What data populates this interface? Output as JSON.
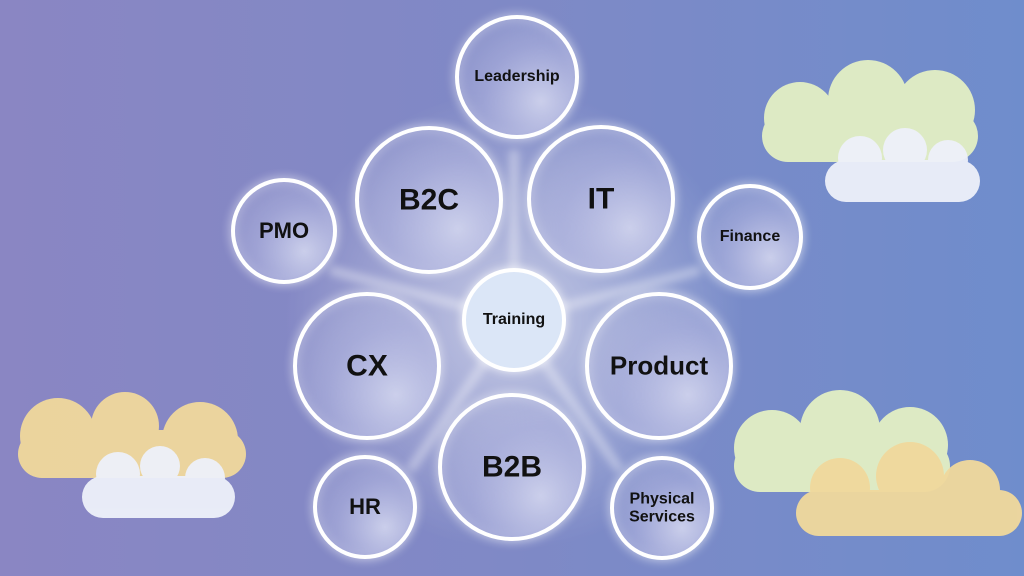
{
  "diagram": {
    "center": {
      "label": "Training"
    },
    "nodes": [
      {
        "id": "leadership",
        "label": "Leadership"
      },
      {
        "id": "b2c",
        "label": "B2C"
      },
      {
        "id": "it",
        "label": "IT"
      },
      {
        "id": "pmo",
        "label": "PMO"
      },
      {
        "id": "finance",
        "label": "Finance"
      },
      {
        "id": "cx",
        "label": "CX"
      },
      {
        "id": "product",
        "label": "Product"
      },
      {
        "id": "b2b",
        "label": "B2B"
      },
      {
        "id": "hr",
        "label": "HR"
      },
      {
        "id": "physical",
        "label": "Physical Services"
      }
    ]
  },
  "colors": {
    "cloud_green": "#e3f0c4",
    "cloud_yellow": "#f1d99c",
    "cloud_white": "#eef1fa",
    "center_fill": "#dbe6f7"
  }
}
